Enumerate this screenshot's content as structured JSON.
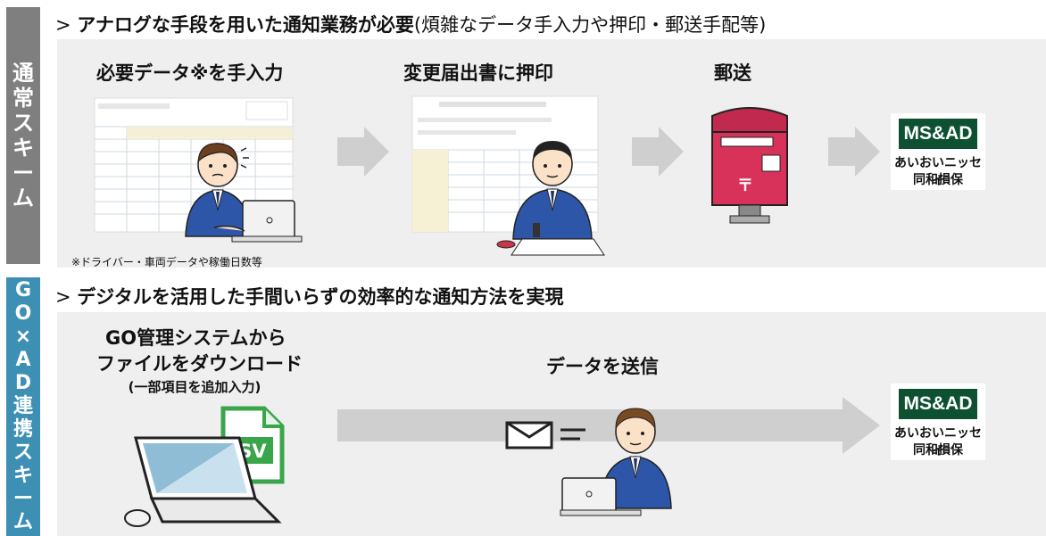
{
  "side_labels": {
    "normal": [
      "通",
      "常",
      "ス",
      "キ",
      "ー",
      "ム"
    ],
    "linked": [
      "G",
      "O",
      "×",
      "A",
      "D",
      "連",
      "携",
      "ス",
      "キ",
      "ー",
      "ム"
    ]
  },
  "normal_scheme": {
    "heading_bold": "アナログな手段を用いた通知業務が必要",
    "heading_normal": "(煩雑なデータ手入力や押印・郵送手配等)",
    "steps": [
      {
        "label": "必要データ※を手入力"
      },
      {
        "label": "変更届出書に押印"
      },
      {
        "label": "郵送"
      }
    ],
    "note": "※ドライバー・車両データや稼働日数等"
  },
  "linked_scheme": {
    "heading": "デジタルを活用した手間いらずの効率的な通知方法を実現",
    "step1_line1": "GO管理システムから",
    "step1_line2": "ファイルをダウンロード",
    "step1_sub": "(一部項目を追加入力)",
    "step2_label": "データを送信",
    "csv_label": "CSV"
  },
  "logo": {
    "brand": "MS&AD",
    "line1": "あいおいニッセイ",
    "line2": "同和損保",
    "color": "#0d5132"
  },
  "colors": {
    "side_normal": "#7f7f7f",
    "side_linked": "#3d8fb4",
    "panel": "#efefef",
    "arrow": "#cfcfcf",
    "mailbox": "#d8325a",
    "suit": "#2e56a8",
    "csv": "#3aa64a"
  }
}
